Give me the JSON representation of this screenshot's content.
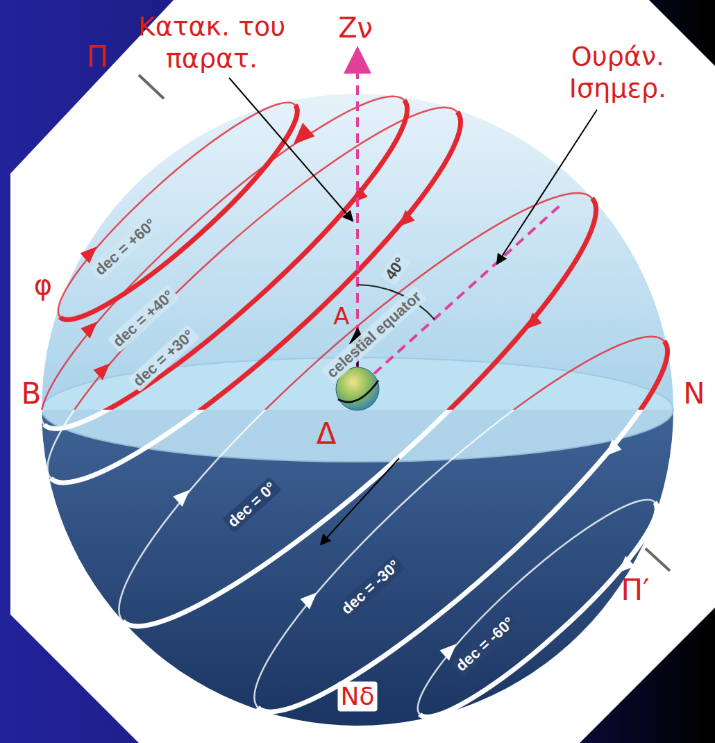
{
  "diagram": {
    "labels": [
      "Κατακ. του παρατ.",
      "Ζν",
      "Π",
      "Ουράν. Ισημερ.",
      "dec = +60°",
      "40°",
      "φ",
      "dec = +40°",
      "Α",
      "celestial equator",
      "Β",
      "dec = +30°",
      "Ν",
      "Δ",
      "dec = 0°",
      "dec = -30°",
      "Π′",
      "dec = -60°",
      "Νδ"
    ]
  }
}
